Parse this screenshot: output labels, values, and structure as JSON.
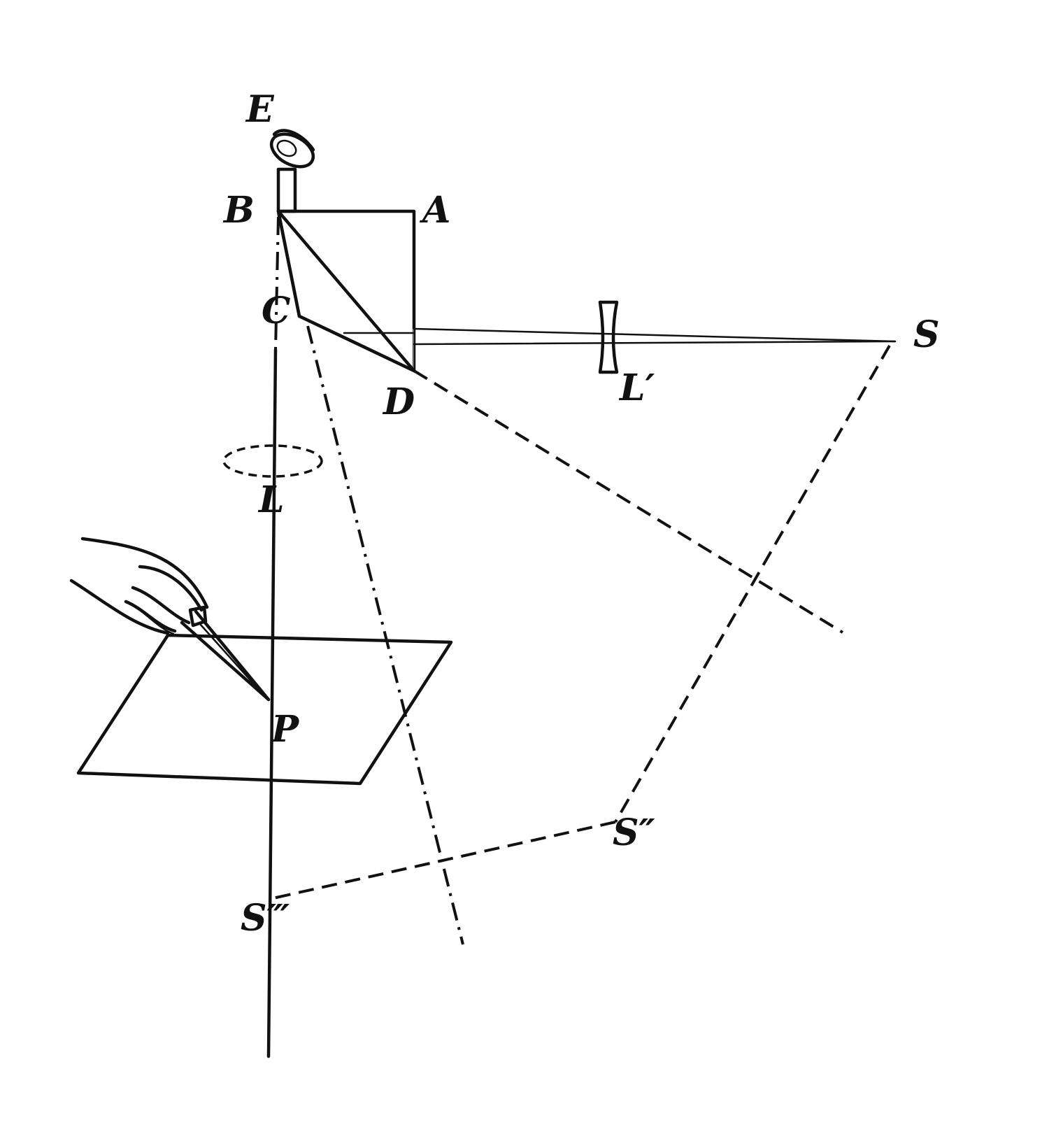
{
  "labels": {
    "E": "E",
    "B": "B",
    "A": "A",
    "C": "C",
    "S": "S",
    "L_prime": "L′",
    "D": "D",
    "L": "L",
    "P": "P",
    "S_double": "S″",
    "S_triple": "S‴"
  },
  "colors": {
    "ink": "#111111",
    "background": "#ffffff"
  },
  "icons": {
    "eye": "eye-icon",
    "hand": "hand-with-pencil-icon"
  }
}
